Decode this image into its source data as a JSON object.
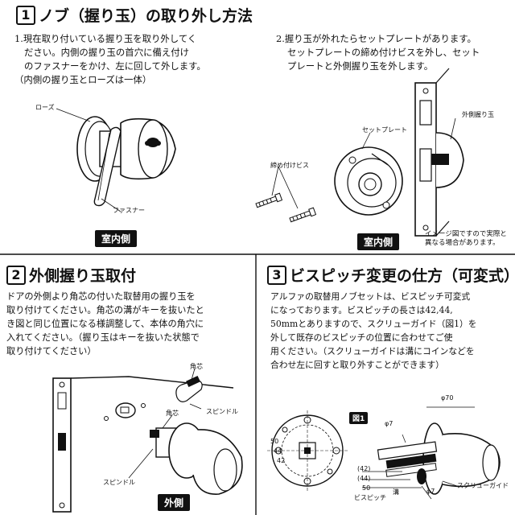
{
  "colors": {
    "ink": "#111111",
    "paper": "#ffffff",
    "label_bg": "#111111"
  },
  "section1": {
    "number": "1",
    "title": "ノブ（握り玉）の取り外し方法",
    "step1": [
      "1.現在取り付いている握り玉を取り外してく",
      "ださい。内側の握り玉の首穴に備え付け",
      "のファスナーをかけ、左に回して外します。",
      "（内側の握り玉とローズは一体）"
    ],
    "step2": [
      "2.握り玉が外れたらセットプレートがあります。",
      "セットプレートの締め付けビスを外し、セット",
      "プレートと外側握り玉を外します。"
    ],
    "labels": {
      "rose": "ローズ",
      "fastener": "ファスナー",
      "set_plate": "セットプレート",
      "screw": "締め付けビス",
      "outer_knob": "外側握り玉"
    },
    "plate1": "室内側",
    "plate2": "室内側",
    "note": [
      "イメージ図ですので実際と",
      "異なる場合があります。"
    ]
  },
  "section2": {
    "number": "2",
    "title": "外側握り玉取付",
    "body": [
      "ドアの外側より角芯の付いた取替用の握り玉を",
      "取り付けてください。角芯の溝がキーを抜いたと",
      "き図と同じ位置になる様調整して、本体の角穴に",
      "入れてください。（握り玉はキーを抜いた状態で",
      "取り付けてください）"
    ],
    "labels": {
      "kakushin_top": "角芯",
      "spindle_top": "スピンドル",
      "kakushin": "角芯",
      "spindle": "スピンドル"
    },
    "plate": "外側"
  },
  "section3": {
    "number": "3",
    "title": "ビスピッチ変更の仕方（可変式）",
    "body": [
      "アルファの取替用ノブセットは、ビスピッチ可変式",
      "になっております。ビスピッチの長さは42,44,",
      "50mmとありますので、スクリューガイド（図1）を",
      "外して既存のビスピッチの位置に合わせてご使",
      "用ください。（スクリューガイドは溝にコインなどを",
      "合わせ左に回すと取り外すことができます）"
    ],
    "fig_label": "図1",
    "dims": {
      "phi70": "φ70",
      "phi7a": "φ7",
      "phi7b": "φ7",
      "p50": "50",
      "p44": "44",
      "p42": "42",
      "v42": "(42)",
      "v44": "(44)",
      "v50": "50",
      "pitch": "ビスピッチ",
      "groove": "溝",
      "screw_guide": "スクリューガイド"
    }
  }
}
